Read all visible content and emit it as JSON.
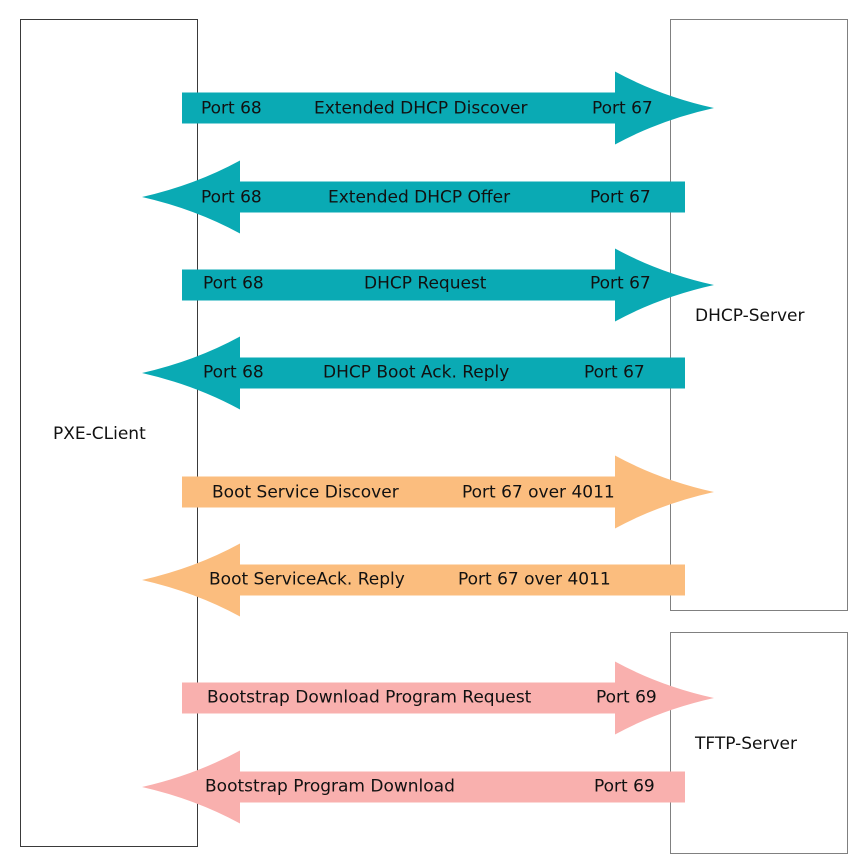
{
  "nodes": {
    "client": {
      "label": "PXE-CLient"
    },
    "dhcp_server": {
      "label": "DHCP-Server"
    },
    "tftp_server": {
      "label": "TFTP-Server"
    }
  },
  "colors": {
    "dhcp": "#0aaab4",
    "boot_service": "#fbbd7e",
    "tftp": "#f9b0ae"
  },
  "messages": [
    {
      "direction": "right",
      "group": "dhcp",
      "from_port": "Port 68",
      "name": "Extended DHCP Discover",
      "to_port": "Port 67"
    },
    {
      "direction": "left",
      "group": "dhcp",
      "from_port": "Port 68",
      "name": "Extended DHCP Offer",
      "to_port": "Port 67"
    },
    {
      "direction": "right",
      "group": "dhcp",
      "from_port": "Port 68",
      "name": "DHCP Request",
      "to_port": "Port 67"
    },
    {
      "direction": "left",
      "group": "dhcp",
      "from_port": "Port 68",
      "name": "DHCP Boot Ack. Reply",
      "to_port": "Port 67"
    },
    {
      "direction": "right",
      "group": "boot_service",
      "name": "Boot Service Discover",
      "to_port": "Port 67 over 4011"
    },
    {
      "direction": "left",
      "group": "boot_service",
      "name": "Boot ServiceAck. Reply",
      "to_port": "Port 67 over 4011"
    },
    {
      "direction": "right",
      "group": "tftp",
      "name": "Bootstrap Download Program Request",
      "to_port": "Port 69"
    },
    {
      "direction": "left",
      "group": "tftp",
      "name": "Bootstrap Program Download",
      "to_port": "Port 69"
    }
  ]
}
